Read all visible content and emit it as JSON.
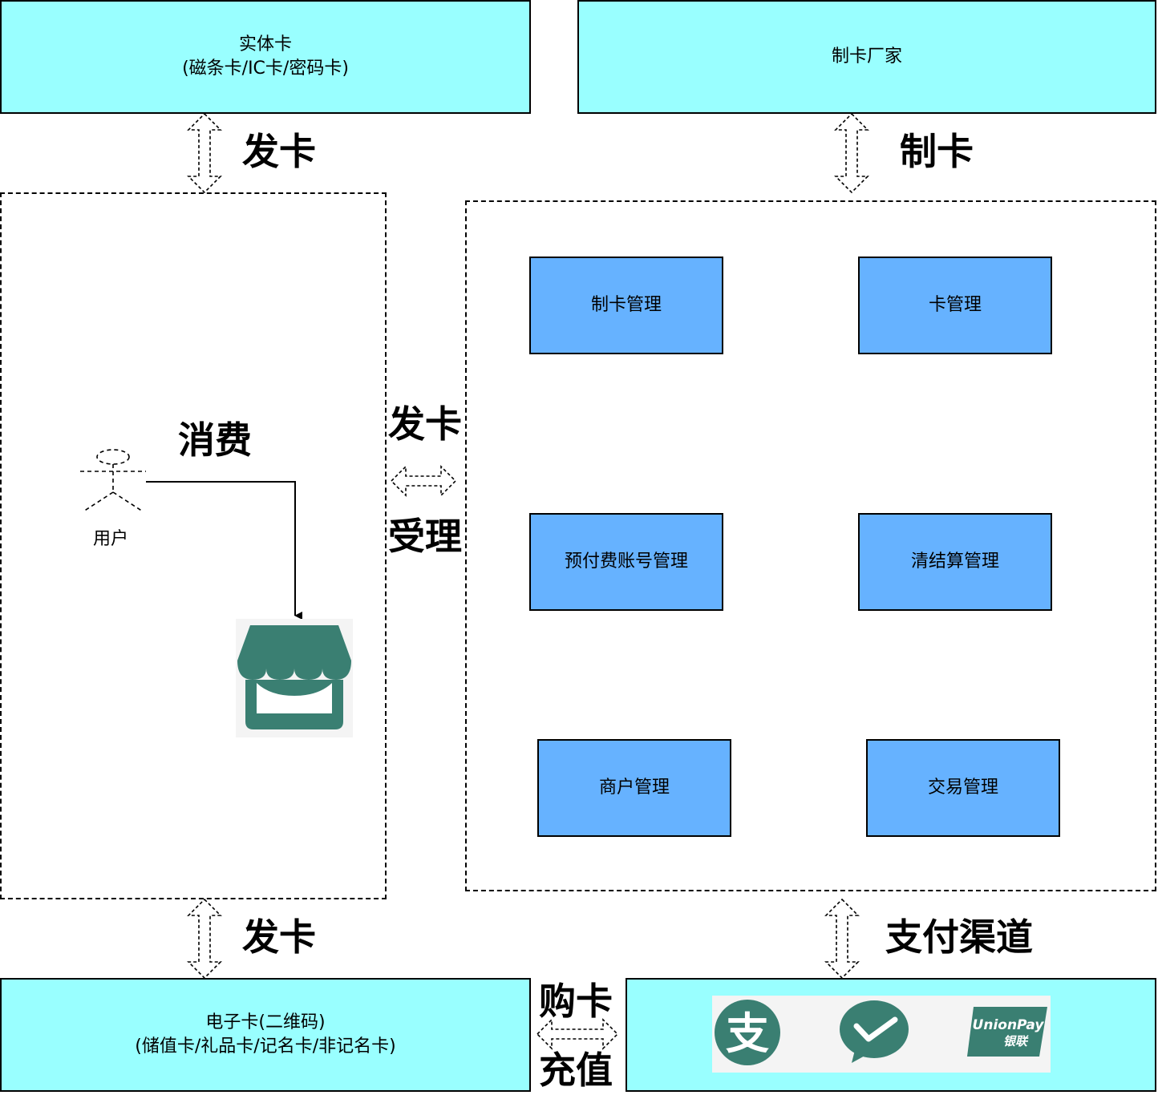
{
  "physical_card": {
    "line1": "实体卡",
    "line2": "(磁条卡/IC卡/密码卡)"
  },
  "card_maker": {
    "label": "制卡厂家"
  },
  "edges": {
    "issue_top": "发卡",
    "make_card": "制卡",
    "issue_mid": "发卡",
    "accept": "受理",
    "issue_bottom": "发卡",
    "payment_channel": "支付渠道",
    "buy_card": "购卡",
    "recharge": "充值",
    "consume": "消费"
  },
  "user": {
    "label": "用户"
  },
  "modules": [
    {
      "label": "制卡管理"
    },
    {
      "label": "卡管理"
    },
    {
      "label": "预付费账号管理"
    },
    {
      "label": "清结算管理"
    },
    {
      "label": "商户管理"
    },
    {
      "label": "交易管理"
    }
  ],
  "e_card": {
    "line1": "电子卡(二维码)",
    "line2": "(储值卡/礼品卡/记名卡/非记名卡)"
  },
  "payment_icons": [
    "alipay-icon",
    "wechat-pay-icon",
    "unionpay-icon"
  ],
  "unionpay": {
    "line1": "UnionPay",
    "line2": "银联"
  },
  "colors": {
    "cyan": "#99ffff",
    "module_blue": "#66b2ff",
    "icon_teal": "#3a7f72"
  }
}
